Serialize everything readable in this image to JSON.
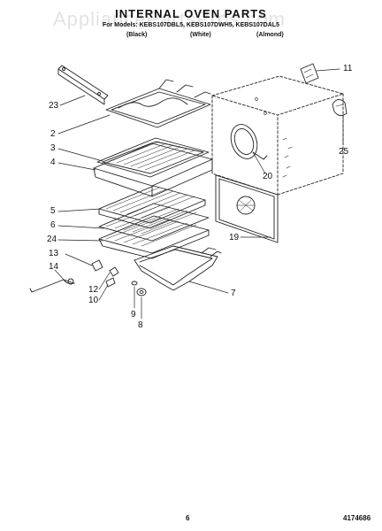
{
  "header": {
    "title": "INTERNAL OVEN PARTS",
    "models": "For Models: KEBS107DBL5, KEBS107DWH5, KEBS107DAL5",
    "colors": [
      "(Black)",
      "(White)",
      "(Almond)"
    ]
  },
  "watermark": "AppliancePartsPros.com",
  "callouts": [
    "11",
    "23",
    "2",
    "3",
    "4",
    "25",
    "20",
    "5",
    "6",
    "24",
    "19",
    "13",
    "14",
    "12",
    "10",
    "9",
    "8",
    "7"
  ],
  "footer": {
    "page_number": "6",
    "doc_number": "4174686"
  }
}
